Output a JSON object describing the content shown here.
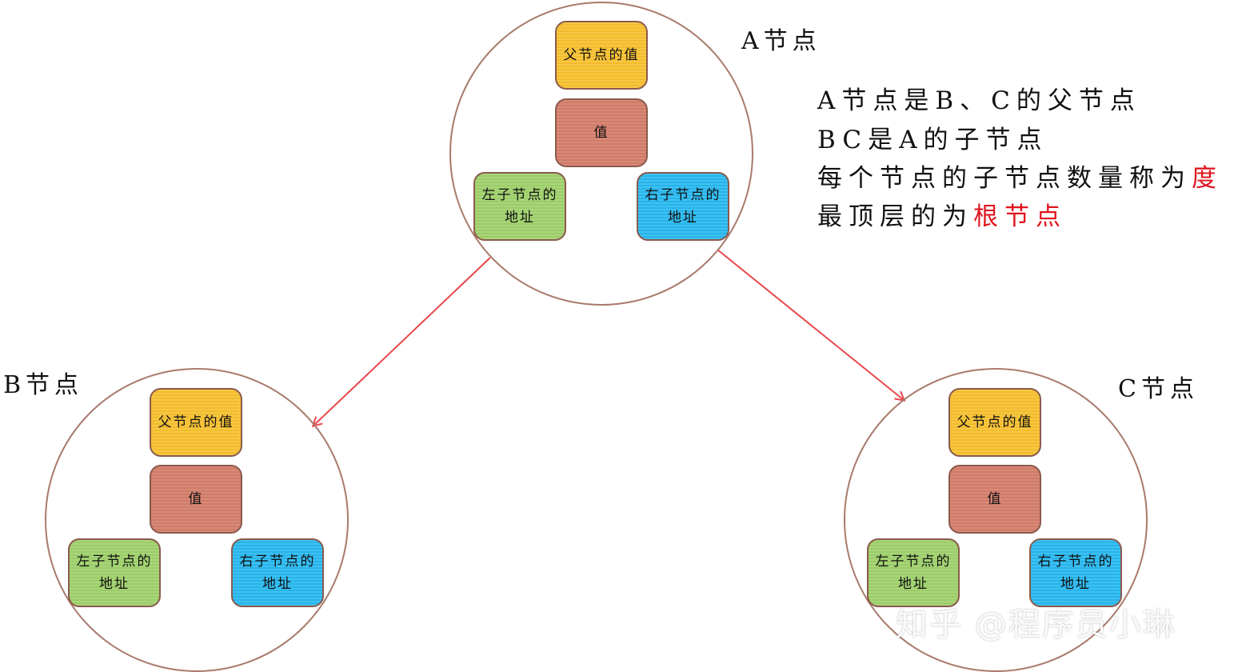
{
  "nodes": {
    "a": {
      "title": "A节点",
      "parent_value": "父节点的值",
      "value": "值",
      "left_child": "左子节点的地址",
      "right_child": "右子节点的地址"
    },
    "b": {
      "title": "B节点",
      "parent_value": "父节点的值",
      "value": "值",
      "left_child": "左子节点的地址",
      "right_child": "右子节点的地址"
    },
    "c": {
      "title": "C节点",
      "parent_value": "父节点的值",
      "value": "值",
      "left_child": "左子节点的地址",
      "right_child": "右子节点的地址"
    }
  },
  "notes": {
    "line1": "A节点是B、C的父节点",
    "line2": "BC是A的子节点",
    "line3_prefix": "每个节点的子节点数量称为",
    "line3_highlight": "度",
    "line4_prefix": "最顶层的为",
    "line4_highlight": "根节点"
  },
  "colors": {
    "circle_border": "#a97a6c",
    "arrow": "#e8474a",
    "parent_box": "#f7c845",
    "value_box": "#d98a78",
    "left_box": "#a9d67a",
    "right_box": "#3fc1f2",
    "highlight_text": "#e0141e"
  },
  "watermark": "知乎 @程序员小琳"
}
